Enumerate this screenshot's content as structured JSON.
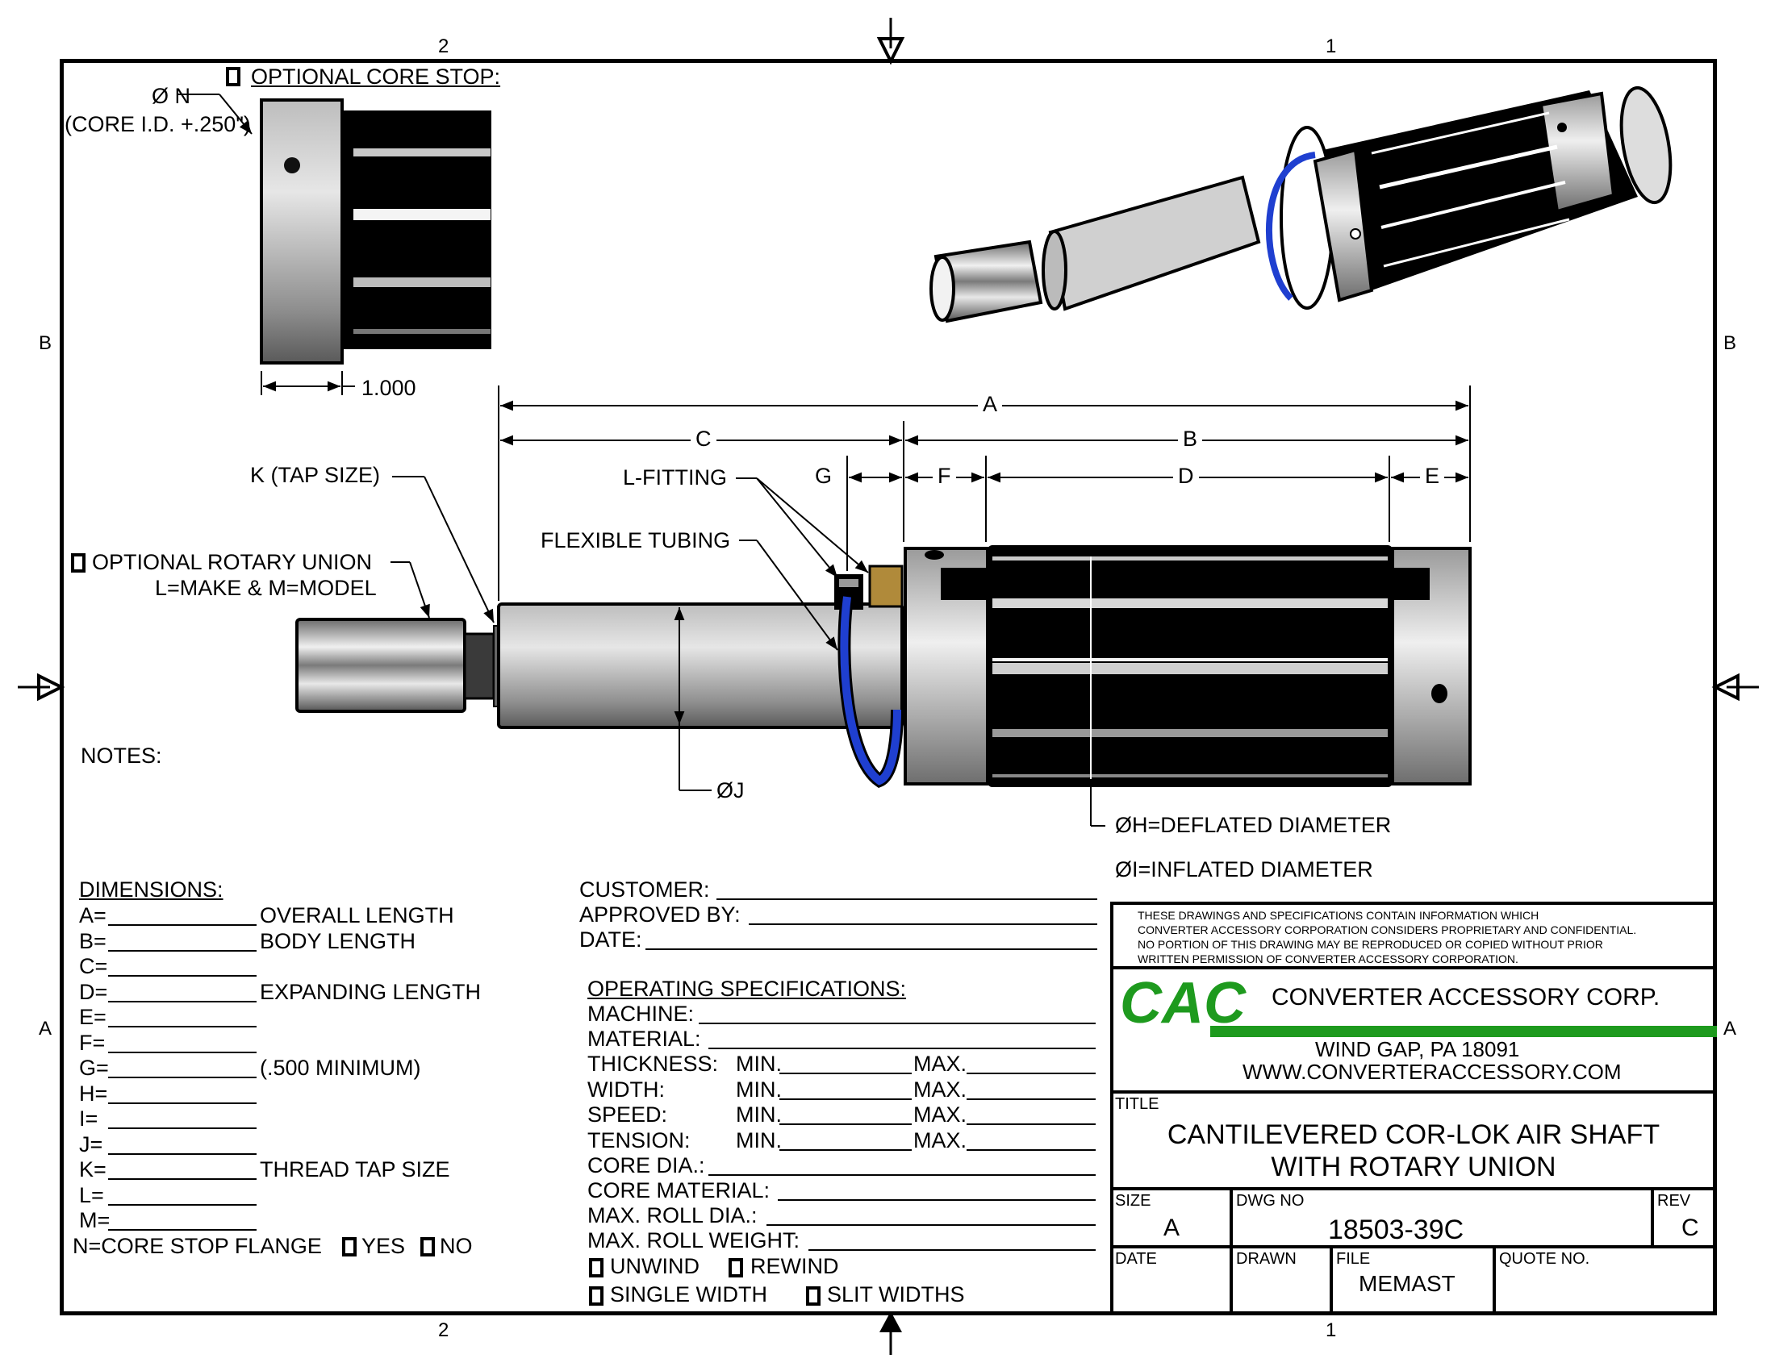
{
  "zones": {
    "top": [
      "2",
      "1"
    ],
    "bottom": [
      "2",
      "1"
    ],
    "left": [
      "B",
      "A"
    ],
    "right": [
      "B",
      "A"
    ]
  },
  "core_stop": {
    "heading": "OPTIONAL CORE STOP:",
    "dia_label": "Ø N",
    "dia_note": "(CORE I.D. +.250\")",
    "width_dim": "1.000"
  },
  "callouts": {
    "tap_size": "K (TAP SIZE)",
    "rotary_union": "OPTIONAL ROTARY UNION",
    "rotary_union_sub": "L=MAKE & M=MODEL",
    "l_fitting": "L-FITTING",
    "flexible_tubing": "FLEXIBLE TUBING",
    "dia_j": "ØJ",
    "dia_h": "ØH=DEFLATED DIAMETER",
    "dia_i": "ØI=INFLATED DIAMETER",
    "notes": "NOTES:"
  },
  "dim_letters": {
    "a": "A",
    "b": "B",
    "c": "C",
    "d": "D",
    "e": "E",
    "f": "F",
    "g": "G"
  },
  "dimensions": {
    "heading": "DIMENSIONS:",
    "rows": [
      {
        "key": "A=",
        "value": "",
        "desc": "OVERALL LENGTH"
      },
      {
        "key": "B=",
        "value": "",
        "desc": "BODY LENGTH"
      },
      {
        "key": "C=",
        "value": "",
        "desc": ""
      },
      {
        "key": "D=",
        "value": "",
        "desc": "EXPANDING LENGTH"
      },
      {
        "key": "E=",
        "value": "",
        "desc": ""
      },
      {
        "key": "F=",
        "value": "",
        "desc": ""
      },
      {
        "key": "G=",
        "value": "",
        "desc": "(.500 MINIMUM)"
      },
      {
        "key": "H=",
        "value": "",
        "desc": ""
      },
      {
        "key": "I=",
        "value": "",
        "desc": ""
      },
      {
        "key": "J=",
        "value": "",
        "desc": ""
      },
      {
        "key": "K=",
        "value": "",
        "desc": "THREAD TAP SIZE"
      },
      {
        "key": "L=",
        "value": "",
        "desc": ""
      },
      {
        "key": "M=",
        "value": "",
        "desc": ""
      }
    ],
    "core_stop_flange": "N=CORE STOP FLANGE",
    "yes": "YES",
    "no": "NO"
  },
  "customer": {
    "customer_label": "CUSTOMER:",
    "customer_value": "",
    "approved_label": "APPROVED BY:",
    "approved_value": "",
    "date_label": "DATE:",
    "date_value": ""
  },
  "operating": {
    "heading": "OPERATING SPECIFICATIONS:",
    "machine": "MACHINE:",
    "material": "MATERIAL:",
    "minmax_rows": [
      {
        "label": "THICKNESS:",
        "min": "MIN.",
        "max": "MAX."
      },
      {
        "label": "WIDTH:",
        "min": "MIN.",
        "max": "MAX."
      },
      {
        "label": "SPEED:",
        "min": "MIN.",
        "max": "MAX."
      },
      {
        "label": "TENSION:",
        "min": "MIN.",
        "max": "MAX."
      }
    ],
    "core_dia": "CORE DIA.:",
    "core_material": "CORE MATERIAL:",
    "max_roll_dia": "MAX. ROLL DIA.:",
    "max_roll_weight": "MAX. ROLL WEIGHT:",
    "unwind": "UNWIND",
    "rewind": "REWIND",
    "single_width": "SINGLE WIDTH",
    "slit_widths": "SLIT WIDTHS"
  },
  "title_block": {
    "disclaimer": [
      "THESE DRAWINGS AND SPECIFICATIONS CONTAIN INFORMATION WHICH",
      "CONVERTER ACCESSORY CORPORATION CONSIDERS PROPRIETARY AND CONFIDENTIAL.",
      "NO PORTION OF THIS DRAWING MAY BE REPRODUCED OR COPIED WITHOUT PRIOR",
      "WRITTEN PERMISSION OF CONVERTER ACCESSORY CORPORATION."
    ],
    "logo_text": "CAC",
    "company": "CONVERTER ACCESSORY CORP.",
    "address": "WIND GAP, PA 18091",
    "website": "WWW.CONVERTERACCESSORY.COM",
    "brand_color": "#1e9a1e",
    "title_label": "TITLE",
    "title_line1": "CANTILEVERED COR-LOK AIR SHAFT",
    "title_line2": "WITH ROTARY UNION",
    "size_label": "SIZE",
    "size_value": "A",
    "dwg_label": "DWG NO",
    "dwg_value": "18503-39C",
    "rev_label": "REV",
    "rev_value": "C",
    "date_label": "DATE",
    "date_value": "",
    "drawn_label": "DRAWN",
    "drawn_value": "",
    "file_label": "FILE",
    "file_value": "MEMAST",
    "quote_label": "QUOTE NO.",
    "quote_value": ""
  },
  "colors": {
    "tubing": "#1f3fd0",
    "fitting": "#b08a3a",
    "steel_light": "#e2e2e2",
    "steel_dark": "#7a7a7a",
    "bladder": "#000000"
  }
}
